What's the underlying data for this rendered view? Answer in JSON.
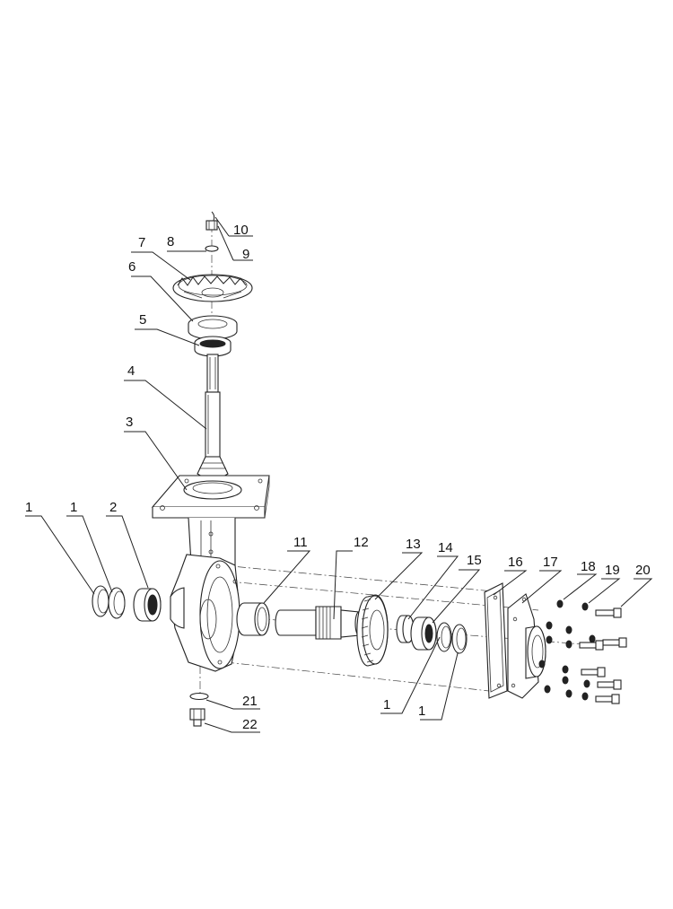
{
  "labels": {
    "l1a": "1",
    "l1b": "1",
    "l2": "2",
    "l3": "3",
    "l4": "4",
    "l5": "5",
    "l6": "6",
    "l7": "7",
    "l8": "8",
    "l9": "9",
    "l10": "10",
    "l11": "11",
    "l12": "12",
    "l13": "13",
    "l14": "14",
    "l15": "15",
    "l16": "16",
    "l17": "17",
    "l18": "18",
    "l19": "19",
    "l20": "20",
    "l1c": "1",
    "l1d": "1",
    "l21": "21",
    "l22": "22"
  }
}
